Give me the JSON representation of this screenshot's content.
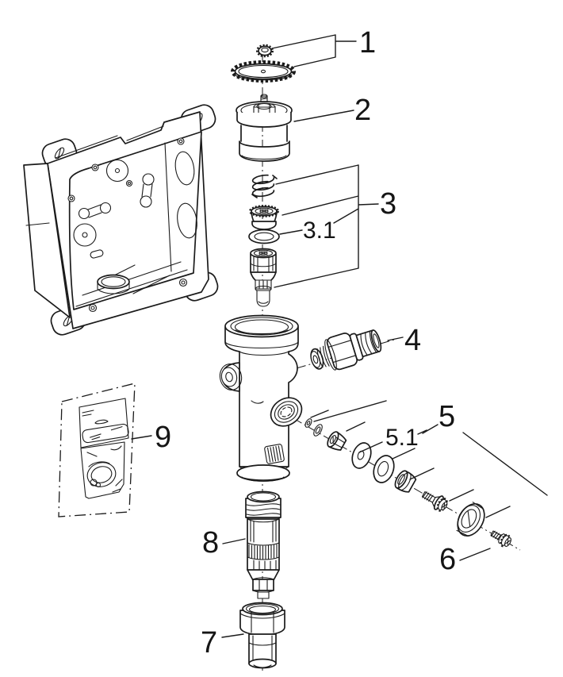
{
  "diagram": {
    "type": "exploded-parts-diagram",
    "background_color": "#ffffff",
    "line_color": "#1b1b1b",
    "callouts": [
      {
        "id": "1",
        "label": "1"
      },
      {
        "id": "2",
        "label": "2"
      },
      {
        "id": "3",
        "label": "3"
      },
      {
        "id": "3.1",
        "label": "3.1"
      },
      {
        "id": "4",
        "label": "4"
      },
      {
        "id": "5",
        "label": "5"
      },
      {
        "id": "5.1",
        "label": "5.1"
      },
      {
        "id": "6",
        "label": "6"
      },
      {
        "id": "7",
        "label": "7"
      },
      {
        "id": "8",
        "label": "8"
      },
      {
        "id": "9",
        "label": "9"
      }
    ]
  }
}
